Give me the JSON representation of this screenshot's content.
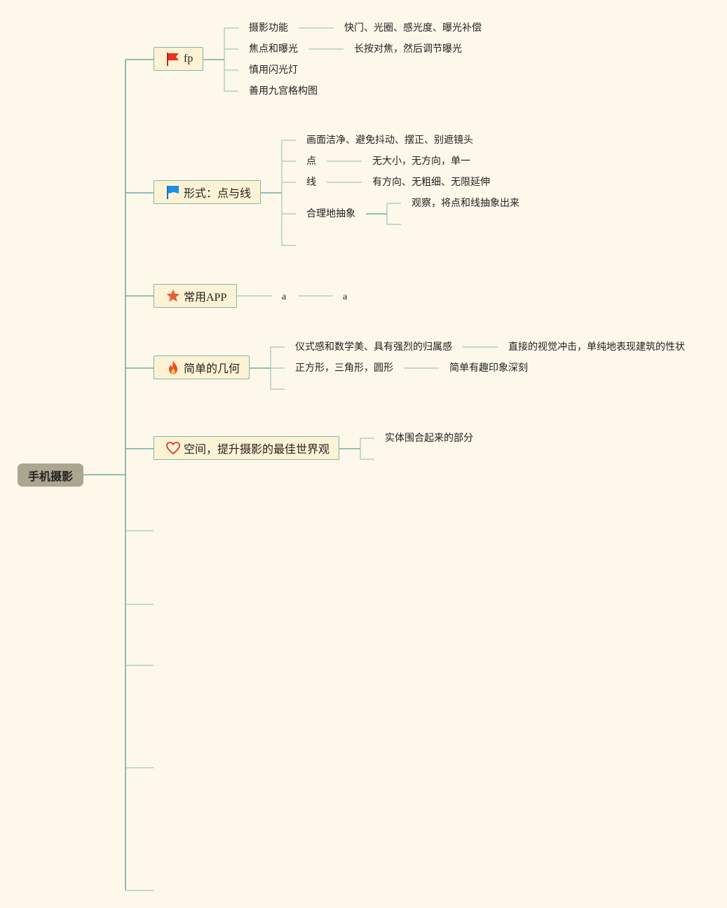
{
  "root": {
    "label": "手机摄影"
  },
  "branches": [
    {
      "label": "fp",
      "icon": "red-flag-icon",
      "children": [
        {
          "label": "摄影功能",
          "detail": "快门、光圈、感光度、曝光补偿"
        },
        {
          "label": "焦点和曝光",
          "detail": "长按对焦，然后调节曝光"
        },
        {
          "label": "慎用闪光灯"
        },
        {
          "label": "善用九宫格构图"
        }
      ]
    },
    {
      "label": "形式：点与线",
      "icon": "blue-flag-icon",
      "children": [
        {
          "label": "画面洁净、避免抖动、摆正、别遮镜头"
        },
        {
          "label": "点",
          "detail": "无大小，无方向，单一"
        },
        {
          "label": "线",
          "detail": "有方向、无粗细、无限延伸"
        },
        {
          "label": "合理地抽象",
          "detail": "观察，将点和线抽象出来"
        }
      ]
    },
    {
      "label": "常用APP",
      "icon": "star-icon",
      "children": [
        {
          "label": "a",
          "detail": "a"
        }
      ]
    },
    {
      "label": "简单的几何",
      "icon": "fire-icon",
      "children": [
        {
          "label": "仪式感和数学美、具有强烈的归属感",
          "detail": "直接的视觉冲击，单纯地表现建筑的性状"
        },
        {
          "label": "正方形，三角形，圆形",
          "detail": "简单有趣印象深刻"
        }
      ]
    },
    {
      "label": "空间，提升摄影的最佳世界观",
      "icon": "heart-icon",
      "children": [
        {
          "label": "实体围合起来的部分"
        }
      ]
    }
  ],
  "colors": {
    "background": "#fdf8ea",
    "connector": "#5b9a90",
    "topic_fill": "#fdf3d4",
    "topic_border": "#7fb8ad",
    "root_fill": "#aaa690",
    "flag_red": "#e8321f",
    "flag_blue": "#1e90e0",
    "star": "#e2623c",
    "fire": "#ee4a22",
    "heart": "#d8372c"
  }
}
